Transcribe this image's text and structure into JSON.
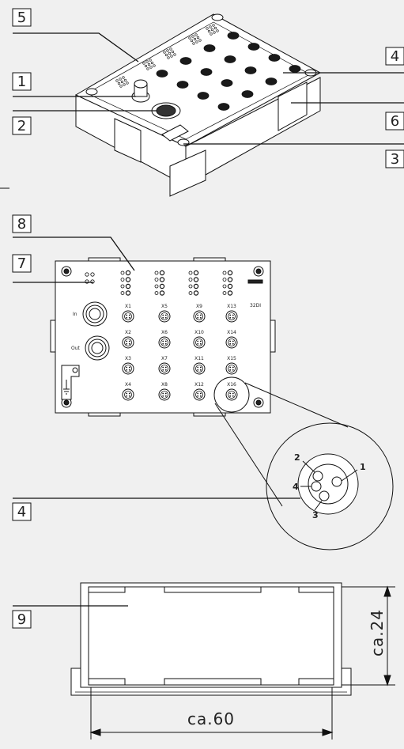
{
  "callouts": {
    "c1": "1",
    "c2": "2",
    "c3": "3",
    "c4a": "4",
    "c4b": "4",
    "c5": "5",
    "c6": "6",
    "c7": "7",
    "c8": "8",
    "c9": "9"
  },
  "front_view": {
    "port_in": "In",
    "port_out": "Out",
    "model": "32DI",
    "ports": [
      "X1",
      "X2",
      "X3",
      "X4",
      "X5",
      "X6",
      "X7",
      "X8",
      "X9",
      "X10",
      "X11",
      "X12",
      "X13",
      "X14",
      "X15",
      "X16"
    ]
  },
  "pinout": {
    "pin1": "1",
    "pin2": "2",
    "pin3": "3",
    "pin4": "4"
  },
  "dimensions": {
    "height": "ca.24",
    "width": "ca.60"
  },
  "colors": {
    "line": "#111111",
    "background": "#f0f0f0",
    "body_fill": "#ffffff",
    "port_dark": "#1a1a1a"
  }
}
